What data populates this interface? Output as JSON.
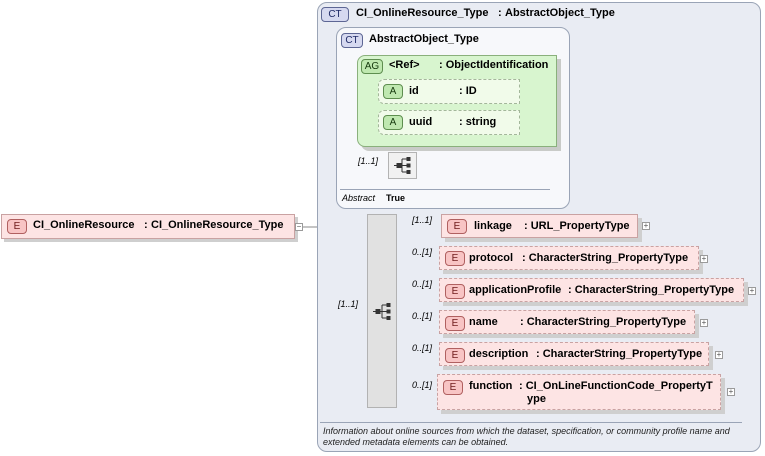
{
  "root_element": {
    "badge": "E",
    "name": "CI_OnlineResource",
    "sep": ":",
    "type": "CI_OnlineResource_Type",
    "collapse": "−"
  },
  "complex_type": {
    "badge": "CT",
    "name": "CI_OnlineResource_Type",
    "sep": ":",
    "base": "AbstractObject_Type",
    "documentation": [
      "Information about online sources from which the dataset, specification, or community profile name and",
      "extended metadata elements can be obtained."
    ]
  },
  "base_type": {
    "badge": "CT",
    "name": "AbstractObject_Type",
    "abstract_label": "Abstract",
    "abstract_value": "True",
    "sequence_cardinality": "[1..1]"
  },
  "attribute_group": {
    "badge": "AG",
    "name": "<Ref>",
    "type": ": ObjectIdentification",
    "attributes": [
      {
        "badge": "A",
        "name": "id",
        "type": ": ID"
      },
      {
        "badge": "A",
        "name": "uuid",
        "type": ": string"
      }
    ]
  },
  "sequence_cardinality": "[1..1]",
  "children": [
    {
      "card": "[1..1]",
      "badge": "E",
      "name": "linkage",
      "type": ": URL_PropertyType",
      "expand": "+"
    },
    {
      "card": "0..[1]",
      "badge": "E",
      "name": "protocol",
      "type": ": CharacterString_PropertyType",
      "expand": "+"
    },
    {
      "card": "0..[1]",
      "badge": "E",
      "name": "applicationProfile",
      "type": ": CharacterString_PropertyType",
      "expand": "+"
    },
    {
      "card": "0..[1]",
      "badge": "E",
      "name": "name",
      "type": ": CharacterString_PropertyType",
      "expand": "+"
    },
    {
      "card": "0..[1]",
      "badge": "E",
      "name": "description",
      "type": ": CharacterString_PropertyType",
      "expand": "+"
    },
    {
      "card": "0..[1]",
      "badge": "E",
      "name": "function",
      "type": ": CI_OnLineFunctionCode_PropertyT",
      "type2": "ype",
      "expand": "+"
    }
  ]
}
